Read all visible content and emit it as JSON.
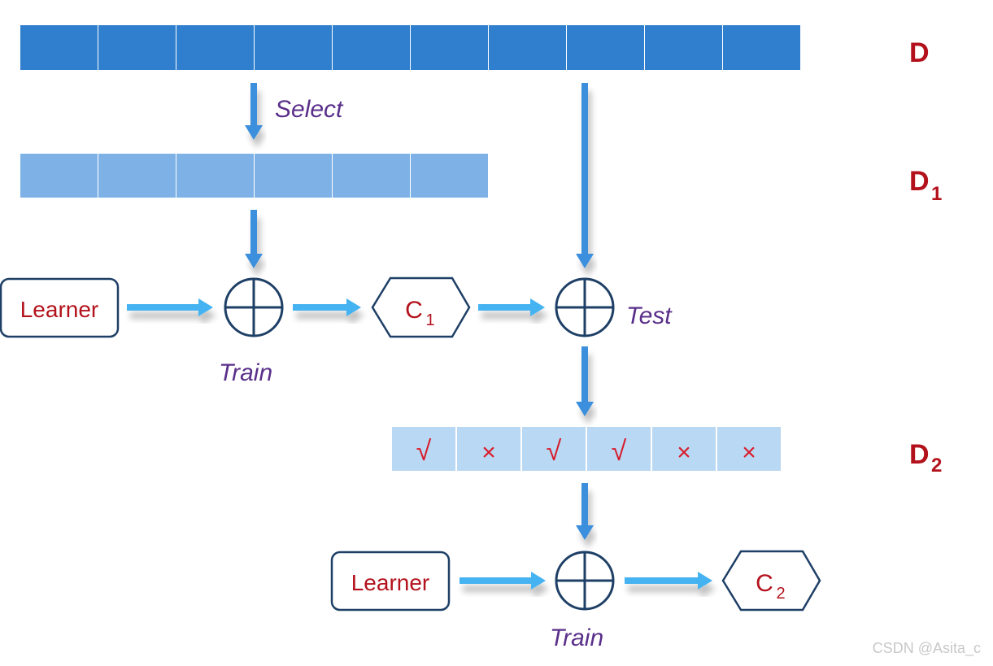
{
  "labels": {
    "d": "D",
    "d1_base": "D",
    "d1_sub": "1",
    "d2_base": "D",
    "d2_sub": "2",
    "select": "Select",
    "train": "Train",
    "test": "Test",
    "learner": "Learner",
    "c_base": "C",
    "c1_sub": "1",
    "c2_sub": "2"
  },
  "results": [
    "√",
    "×",
    "√",
    "√",
    "×",
    "×"
  ],
  "watermark": "CSDN @Asita_c",
  "colors": {
    "dataset_dark": "#2f7fce",
    "dataset_light": "#7eb2e6",
    "dataset_pale": "#b9d8f3",
    "arrow": "#3b8fdc",
    "arrow_light": "#44b3f1",
    "node_stroke": "#1e3f66",
    "dataset_label": "#b3121c",
    "mark": "#d81b2a",
    "italic_label": "#5a2f8a",
    "watermark": "#c8c8c8"
  }
}
